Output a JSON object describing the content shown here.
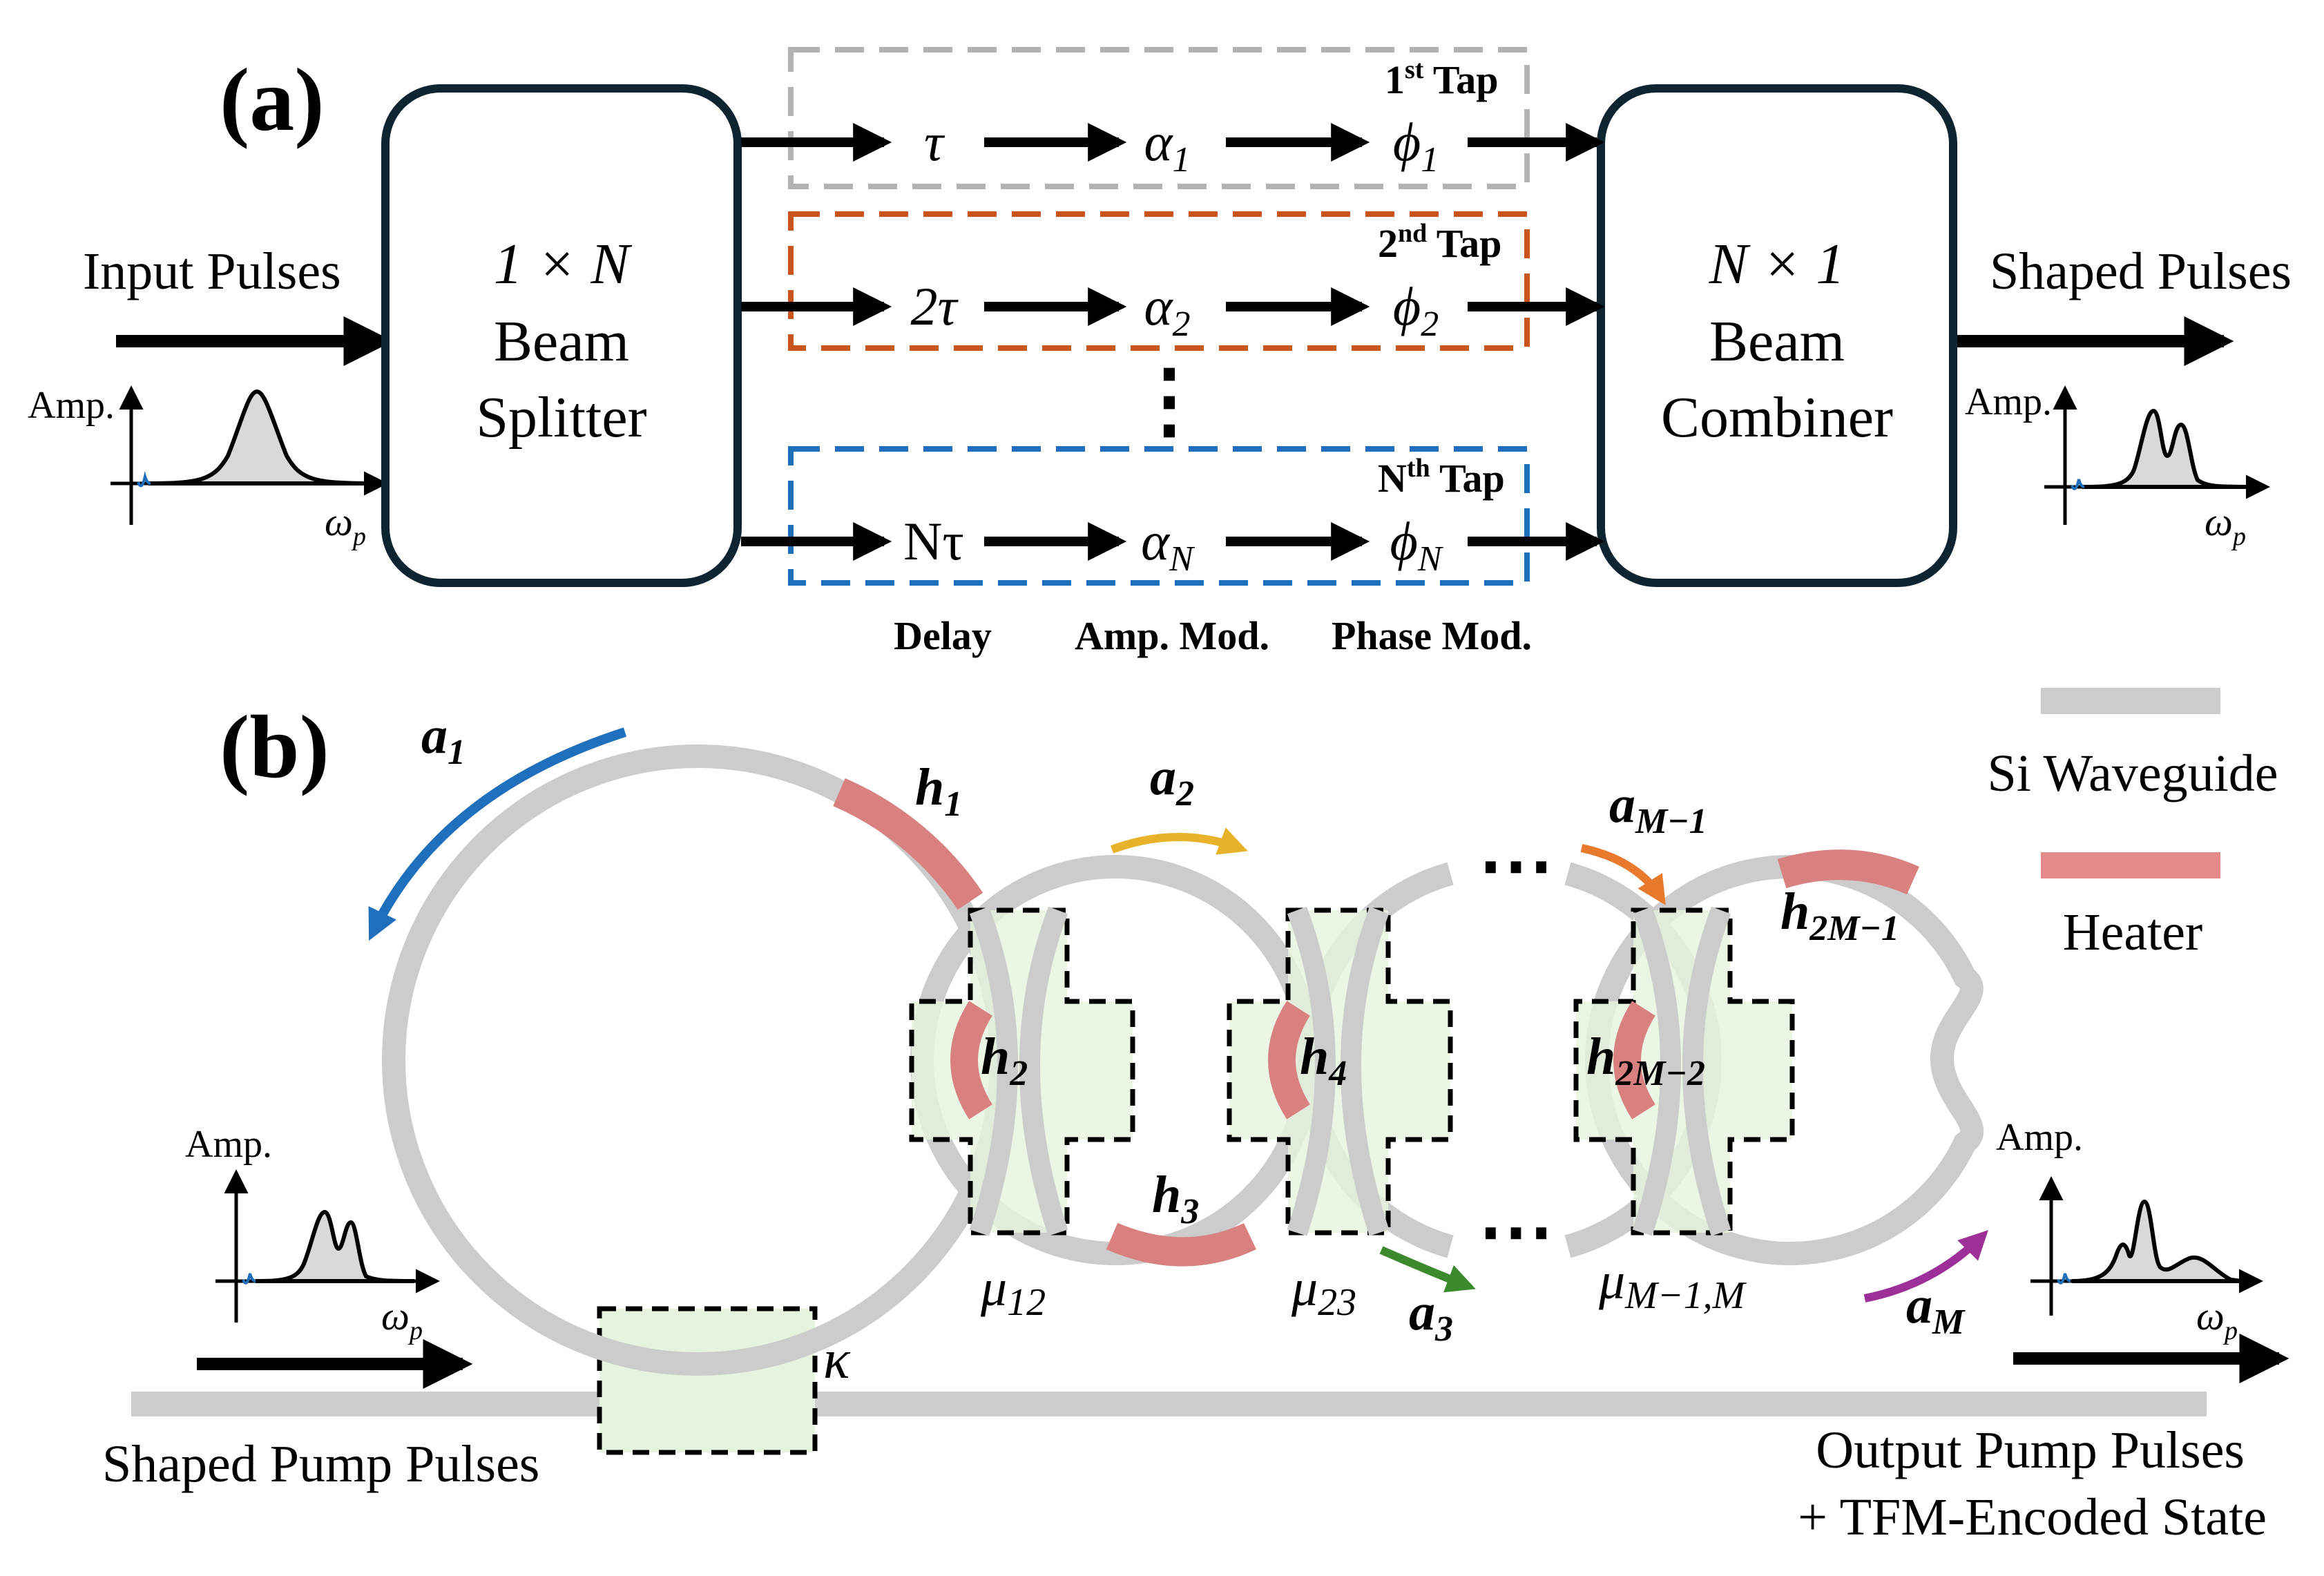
{
  "panel_a": {
    "label": "(a)",
    "input_label": "Input Pulses",
    "output_label": "Shaped Pulses",
    "splitter": {
      "line1": "1 × N",
      "line2": "Beam",
      "line3": "Splitter"
    },
    "combiner": {
      "line1": "N × 1",
      "line2": "Beam",
      "line3": "Combiner"
    },
    "taps": [
      {
        "title": "1",
        "title_sup": "st",
        "title_rest": " Tap",
        "delay": "τ",
        "amp": "α",
        "amp_sub": "1",
        "phase": "ϕ",
        "phase_sub": "1",
        "color": "#b3b3b3"
      },
      {
        "title": "2",
        "title_sup": "nd",
        "title_rest": " Tap",
        "delay": "2τ",
        "amp": "α",
        "amp_sub": "2",
        "phase": "ϕ",
        "phase_sub": "2",
        "color": "#c8541c"
      },
      {
        "title": "N",
        "title_sup": "th",
        "title_rest": " Tap",
        "delay": "Nτ",
        "amp": "α",
        "amp_sub": "N",
        "phase": "ϕ",
        "phase_sub": "N",
        "color": "#1f6fbd"
      }
    ],
    "ellipsis": "⋮",
    "column_labels": {
      "delay": "Delay",
      "amp": "Amp. Mod.",
      "phase": "Phase Mod."
    },
    "input_plot": {
      "ylabel": "Amp.",
      "xlabel": "ω",
      "xlabel_sub": "p"
    },
    "output_plot": {
      "ylabel": "Amp.",
      "xlabel": "ω",
      "xlabel_sub": "p"
    }
  },
  "panel_b": {
    "label": "(b)",
    "legend": {
      "waveguide": "Si Waveguide",
      "heater": "Heater"
    },
    "colors": {
      "waveguide": "#cccccc",
      "heater": "#d98080",
      "coupler": "#e6f4df",
      "a1": "#1f6fbd",
      "a2": "#e8b32a",
      "a3": "#3c8a2e",
      "aM1": "#e87a2e",
      "aM": "#9c2f98"
    },
    "modes": {
      "a1": {
        "main": "a",
        "sub": "1"
      },
      "a2": {
        "main": "a",
        "sub": "2"
      },
      "a3": {
        "main": "a",
        "sub": "3"
      },
      "aM1": {
        "main": "a",
        "sub": "M−1"
      },
      "aM": {
        "main": "a",
        "sub": "M"
      }
    },
    "heaters": {
      "h1": {
        "main": "h",
        "sub": "1"
      },
      "h2": {
        "main": "h",
        "sub": "2"
      },
      "h3": {
        "main": "h",
        "sub": "3"
      },
      "h4": {
        "main": "h",
        "sub": "4"
      },
      "h2M2": {
        "main": "h",
        "sub": "2M−2"
      },
      "h2M1": {
        "main": "h",
        "sub": "2M−1"
      }
    },
    "couplings": {
      "mu12": {
        "main": "μ",
        "sub": "12"
      },
      "mu23": {
        "main": "μ",
        "sub": "23"
      },
      "muM": {
        "main": "μ",
        "sub": "M−1,M"
      },
      "kappa": "κ"
    },
    "dots": "⋯",
    "input_label": "Shaped Pump Pulses",
    "output_label_1": "Output Pump Pulses",
    "output_label_2": "+ TFM-Encoded State",
    "input_plot": {
      "ylabel": "Amp.",
      "xlabel": "ω",
      "xlabel_sub": "p"
    },
    "output_plot": {
      "ylabel": "Amp.",
      "xlabel": "ω",
      "xlabel_sub": "p"
    }
  }
}
